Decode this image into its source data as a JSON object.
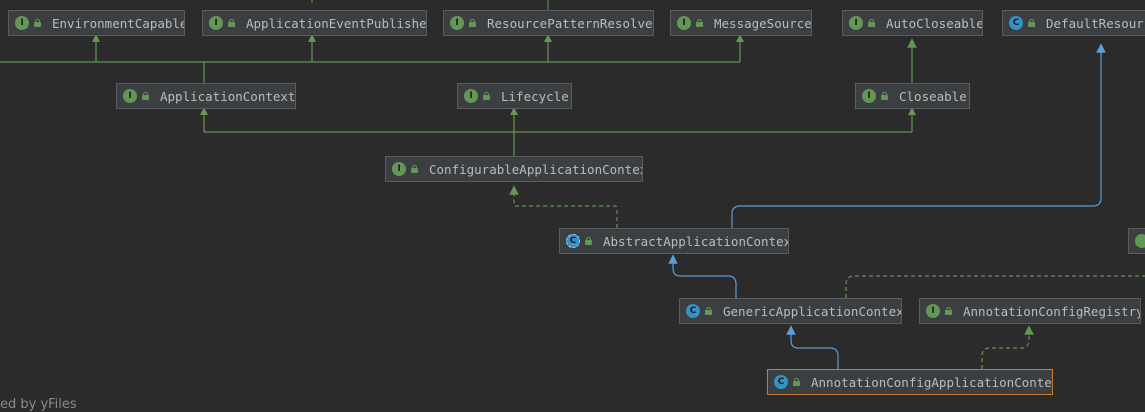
{
  "nodes": [
    {
      "id": "environment-capable",
      "label": "EnvironmentCapable",
      "kind": "interface",
      "badge": "I"
    },
    {
      "id": "application-event-publisher",
      "label": "ApplicationEventPublisher",
      "kind": "interface",
      "badge": "I"
    },
    {
      "id": "resource-pattern-resolver",
      "label": "ResourcePatternResolver",
      "kind": "interface",
      "badge": "I"
    },
    {
      "id": "message-source",
      "label": "MessageSource",
      "kind": "interface",
      "badge": "I"
    },
    {
      "id": "auto-closeable",
      "label": "AutoCloseable",
      "kind": "interface",
      "badge": "I"
    },
    {
      "id": "default-resource-loader",
      "label": "DefaultResourceLoader",
      "kind": "class",
      "badge": "C"
    },
    {
      "id": "application-context",
      "label": "ApplicationContext",
      "kind": "interface",
      "badge": "I"
    },
    {
      "id": "lifecycle",
      "label": "Lifecycle",
      "kind": "interface",
      "badge": "I"
    },
    {
      "id": "closeable",
      "label": "Closeable",
      "kind": "interface",
      "badge": "I"
    },
    {
      "id": "configurable-application-context",
      "label": "ConfigurableApplicationContext",
      "kind": "interface",
      "badge": "I"
    },
    {
      "id": "abstract-application-context",
      "label": "AbstractApplicationContext",
      "kind": "abstract",
      "badge": "C"
    },
    {
      "id": "generic-application-context",
      "label": "GenericApplicationContext",
      "kind": "class",
      "badge": "C"
    },
    {
      "id": "annotation-config-registry",
      "label": "AnnotationConfigRegistry",
      "kind": "interface",
      "badge": "I"
    },
    {
      "id": "annotation-config-application-context",
      "label": "AnnotationConfigApplicationContext",
      "kind": "class",
      "badge": "C",
      "selected": true
    }
  ],
  "edges": [
    {
      "from": "application-context",
      "to": "environment-capable",
      "type": "extends"
    },
    {
      "from": "application-context",
      "to": "application-event-publisher",
      "type": "extends"
    },
    {
      "from": "application-context",
      "to": "resource-pattern-resolver",
      "type": "extends"
    },
    {
      "from": "application-context",
      "to": "message-source",
      "type": "extends"
    },
    {
      "from": "closeable",
      "to": "auto-closeable",
      "type": "extends"
    },
    {
      "from": "configurable-application-context",
      "to": "application-context",
      "type": "extends"
    },
    {
      "from": "configurable-application-context",
      "to": "lifecycle",
      "type": "extends"
    },
    {
      "from": "configurable-application-context",
      "to": "closeable",
      "type": "extends"
    },
    {
      "from": "abstract-application-context",
      "to": "configurable-application-context",
      "type": "implements"
    },
    {
      "from": "abstract-application-context",
      "to": "default-resource-loader",
      "type": "class-extends"
    },
    {
      "from": "generic-application-context",
      "to": "abstract-application-context",
      "type": "class-extends"
    },
    {
      "from": "annotation-config-application-context",
      "to": "generic-application-context",
      "type": "class-extends"
    },
    {
      "from": "annotation-config-application-context",
      "to": "annotation-config-registry",
      "type": "implements"
    }
  ],
  "footer": "ed by yFiles",
  "colors": {
    "background": "#2b2b2b",
    "node_fill": "#3c3f41",
    "node_border": "#5a5d5f",
    "selected_border": "#c97a2e",
    "interface_green": "#629755",
    "class_blue": "#3592c4",
    "extends_edge": "#629755",
    "class_extends_edge": "#5c9dd6",
    "text": "#bbbbbb"
  }
}
